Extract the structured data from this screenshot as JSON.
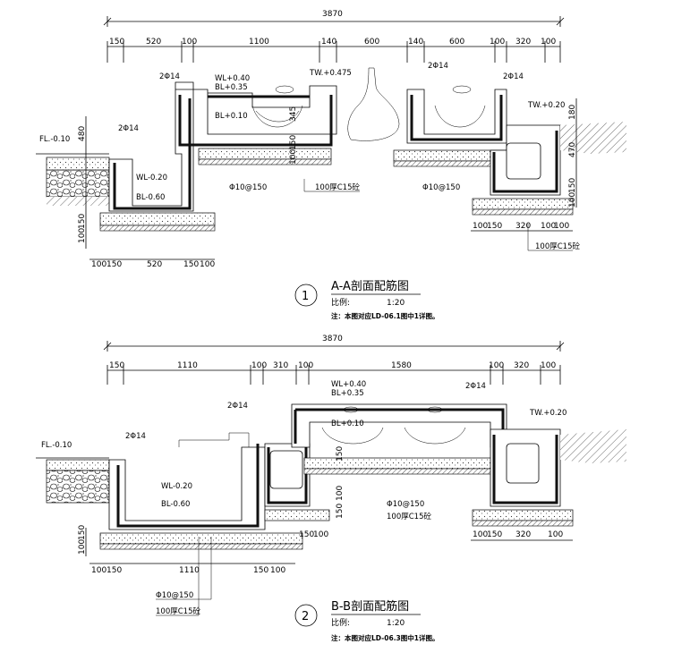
{
  "section1": {
    "overall_dim": "3870",
    "dims_top": [
      "150",
      "520",
      "100",
      "1100",
      "140",
      "600",
      "140",
      "600",
      "100",
      "320",
      "100"
    ],
    "dims_bottom_left": [
      "100",
      "150",
      "520",
      "150",
      "100"
    ],
    "dims_bottom_right": [
      "100",
      "150",
      "320",
      "100",
      "100"
    ],
    "dims_vertical_left": [
      "480",
      "100",
      "150"
    ],
    "dims_vertical_mid": [
      "345",
      "150",
      "100"
    ],
    "dims_vertical_right": [
      "180",
      "470",
      "150",
      "100"
    ],
    "labels": {
      "fl": "FL.-0.10",
      "wl_low": "WL-0.20",
      "bl_low": "BL-0.60",
      "wl_high": "WL+0.40",
      "bl_high": "BL+0.35",
      "bl_mid": "BL+0.10",
      "tw1": "TW.+0.475",
      "tw2": "TW.+0.20",
      "rebar_a": "2Φ14",
      "rebar_b": "2Φ14",
      "rebar_c": "2Φ14",
      "rebar_d": "2Φ14",
      "stirrup_a": "Φ10@150",
      "stirrup_b": "Φ10@150",
      "slab": "100厚C15砼",
      "slab2": "100厚C15砼"
    },
    "title_number": "1",
    "title": "A-A剖面配筋图",
    "scale_label": "比例:",
    "scale_value": "1:20",
    "note": "注：本图对应LD-06.1图中1详图。"
  },
  "section2": {
    "overall_dim": "3870",
    "dims_top": [
      "150",
      "1110",
      "100",
      "310",
      "100",
      "1580",
      "100",
      "320",
      "100"
    ],
    "dims_bottom_left": [
      "100",
      "150",
      "1110",
      "150",
      "100"
    ],
    "dims_bottom_mid": [
      "150",
      "100"
    ],
    "dims_bottom_right": [
      "100",
      "150",
      "320",
      "100"
    ],
    "dims_vertical_left": [
      "100",
      "150"
    ],
    "dims_vertical_mid": [
      "150",
      "100",
      "150"
    ],
    "labels": {
      "fl": "FL.-0.10",
      "wl_low": "WL-0.20",
      "bl_low": "BL-0.60",
      "wl_high": "WL+0.40",
      "bl_high": "BL+0.35",
      "bl_mid": "BL+0.10",
      "tw": "TW.+0.20",
      "rebar_a": "2Φ14",
      "rebar_b": "2Φ14",
      "rebar_c": "2Φ14",
      "stirrup": "Φ10@150",
      "slab": "100厚C15砼",
      "stirrup_b": "Φ10@150",
      "slab_b": "100厚C15砼"
    },
    "title_number": "2",
    "title": "B-B剖面配筋图",
    "scale_label": "比例:",
    "scale_value": "1:20",
    "note": "注：本图对应LD-06.3图中1详图。"
  }
}
